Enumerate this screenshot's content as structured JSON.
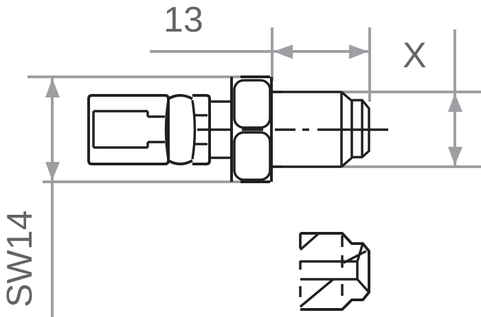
{
  "drawing": {
    "title": "Fitting technical drawing",
    "colors": {
      "part_line": "#231f20",
      "dimension_line": "#9d9fa2",
      "dimension_text": "#636466",
      "background": "#ffffff"
    }
  },
  "dimensions": {
    "length": {
      "label": "13"
    },
    "variable": {
      "label": "X"
    },
    "wrench_size": {
      "label": "SW14"
    }
  },
  "views": [
    {
      "name": "side-view"
    },
    {
      "name": "end-view-hex"
    }
  ]
}
